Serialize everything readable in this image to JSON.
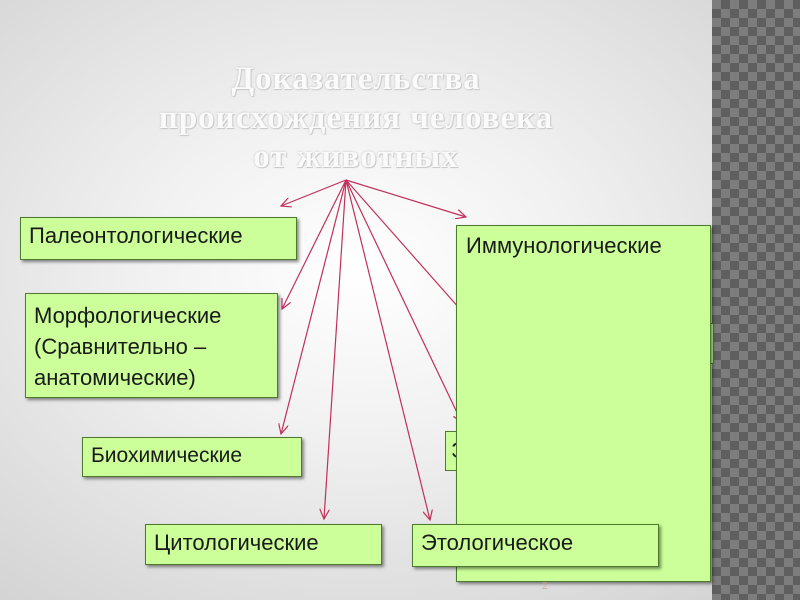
{
  "title_lines": [
    "Доказательства",
    "происхождения человека",
    "от животных"
  ],
  "boxes": {
    "paleo": "Палеонтологические",
    "immuno": "Иммунологические",
    "morpho_lines": [
      "Морфологические",
      "(Сравнительно –",
      "анатомические)"
    ],
    "biochem": "Биохимические",
    "cyto": "Цитологические",
    "etho": "Этологическое"
  },
  "hidden_box_fragment": "Э",
  "page_number": "2",
  "colors": {
    "box_fill": "#ccff99",
    "box_border": "#4e7a2f",
    "arrow": "#c0305a",
    "title_text": "#fafafa"
  }
}
